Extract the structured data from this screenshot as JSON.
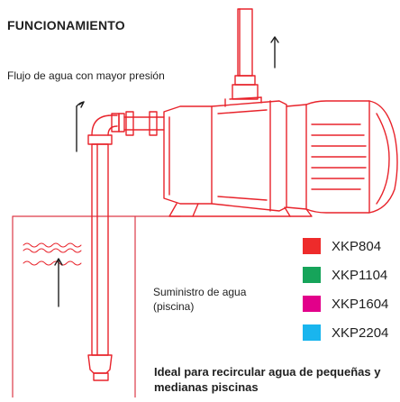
{
  "title": "FUNCIONAMIENTO",
  "flow_label": "Flujo de agua con mayor presión",
  "supply_label": "Suministro de agua (piscina)",
  "ideal_text": "Ideal para recircular agua de pequeñas y medianas piscinas",
  "colors": {
    "line": "#e8232b",
    "water_outline": "#dd3a48",
    "text": "#1f1f1f"
  },
  "legend": [
    {
      "label": "XKP804",
      "color": "#ee2b2b"
    },
    {
      "label": "XKP1104",
      "color": "#16a45a"
    },
    {
      "label": "XKP1604",
      "color": "#e2008a"
    },
    {
      "label": "XKP2204",
      "color": "#19b5ee"
    }
  ],
  "icons": [
    "up-arrow-icon",
    "wave-icon"
  ]
}
